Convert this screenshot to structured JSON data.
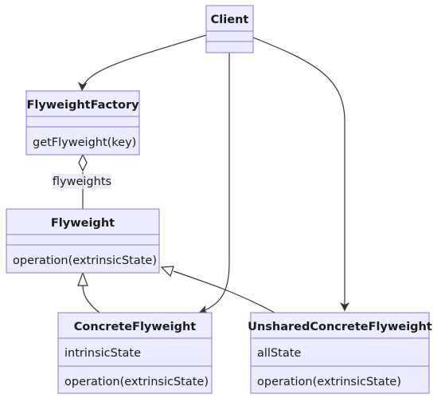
{
  "classes": {
    "client": {
      "name": "Client",
      "attributes": [],
      "methods": []
    },
    "factory": {
      "name": "FlyweightFactory",
      "attributes": [],
      "methods": [
        "getFlyweight(key)"
      ]
    },
    "flyweight": {
      "name": "Flyweight",
      "attributes": [],
      "methods": [
        "operation(extrinsicState)"
      ]
    },
    "concrete": {
      "name": "ConcreteFlyweight",
      "attributes": [
        "intrinsicState"
      ],
      "methods": [
        "operation(extrinsicState)"
      ]
    },
    "unshared": {
      "name": "UnsharedConcreteFlyweight",
      "attributes": [
        "allState"
      ],
      "methods": [
        "operation(extrinsicState)"
      ]
    }
  },
  "relations": {
    "aggregation_label": "flyweights"
  },
  "colors": {
    "box_fill": "#ececff",
    "box_border": "#9370db",
    "edge": "#333333",
    "text": "#1a1a1a"
  }
}
